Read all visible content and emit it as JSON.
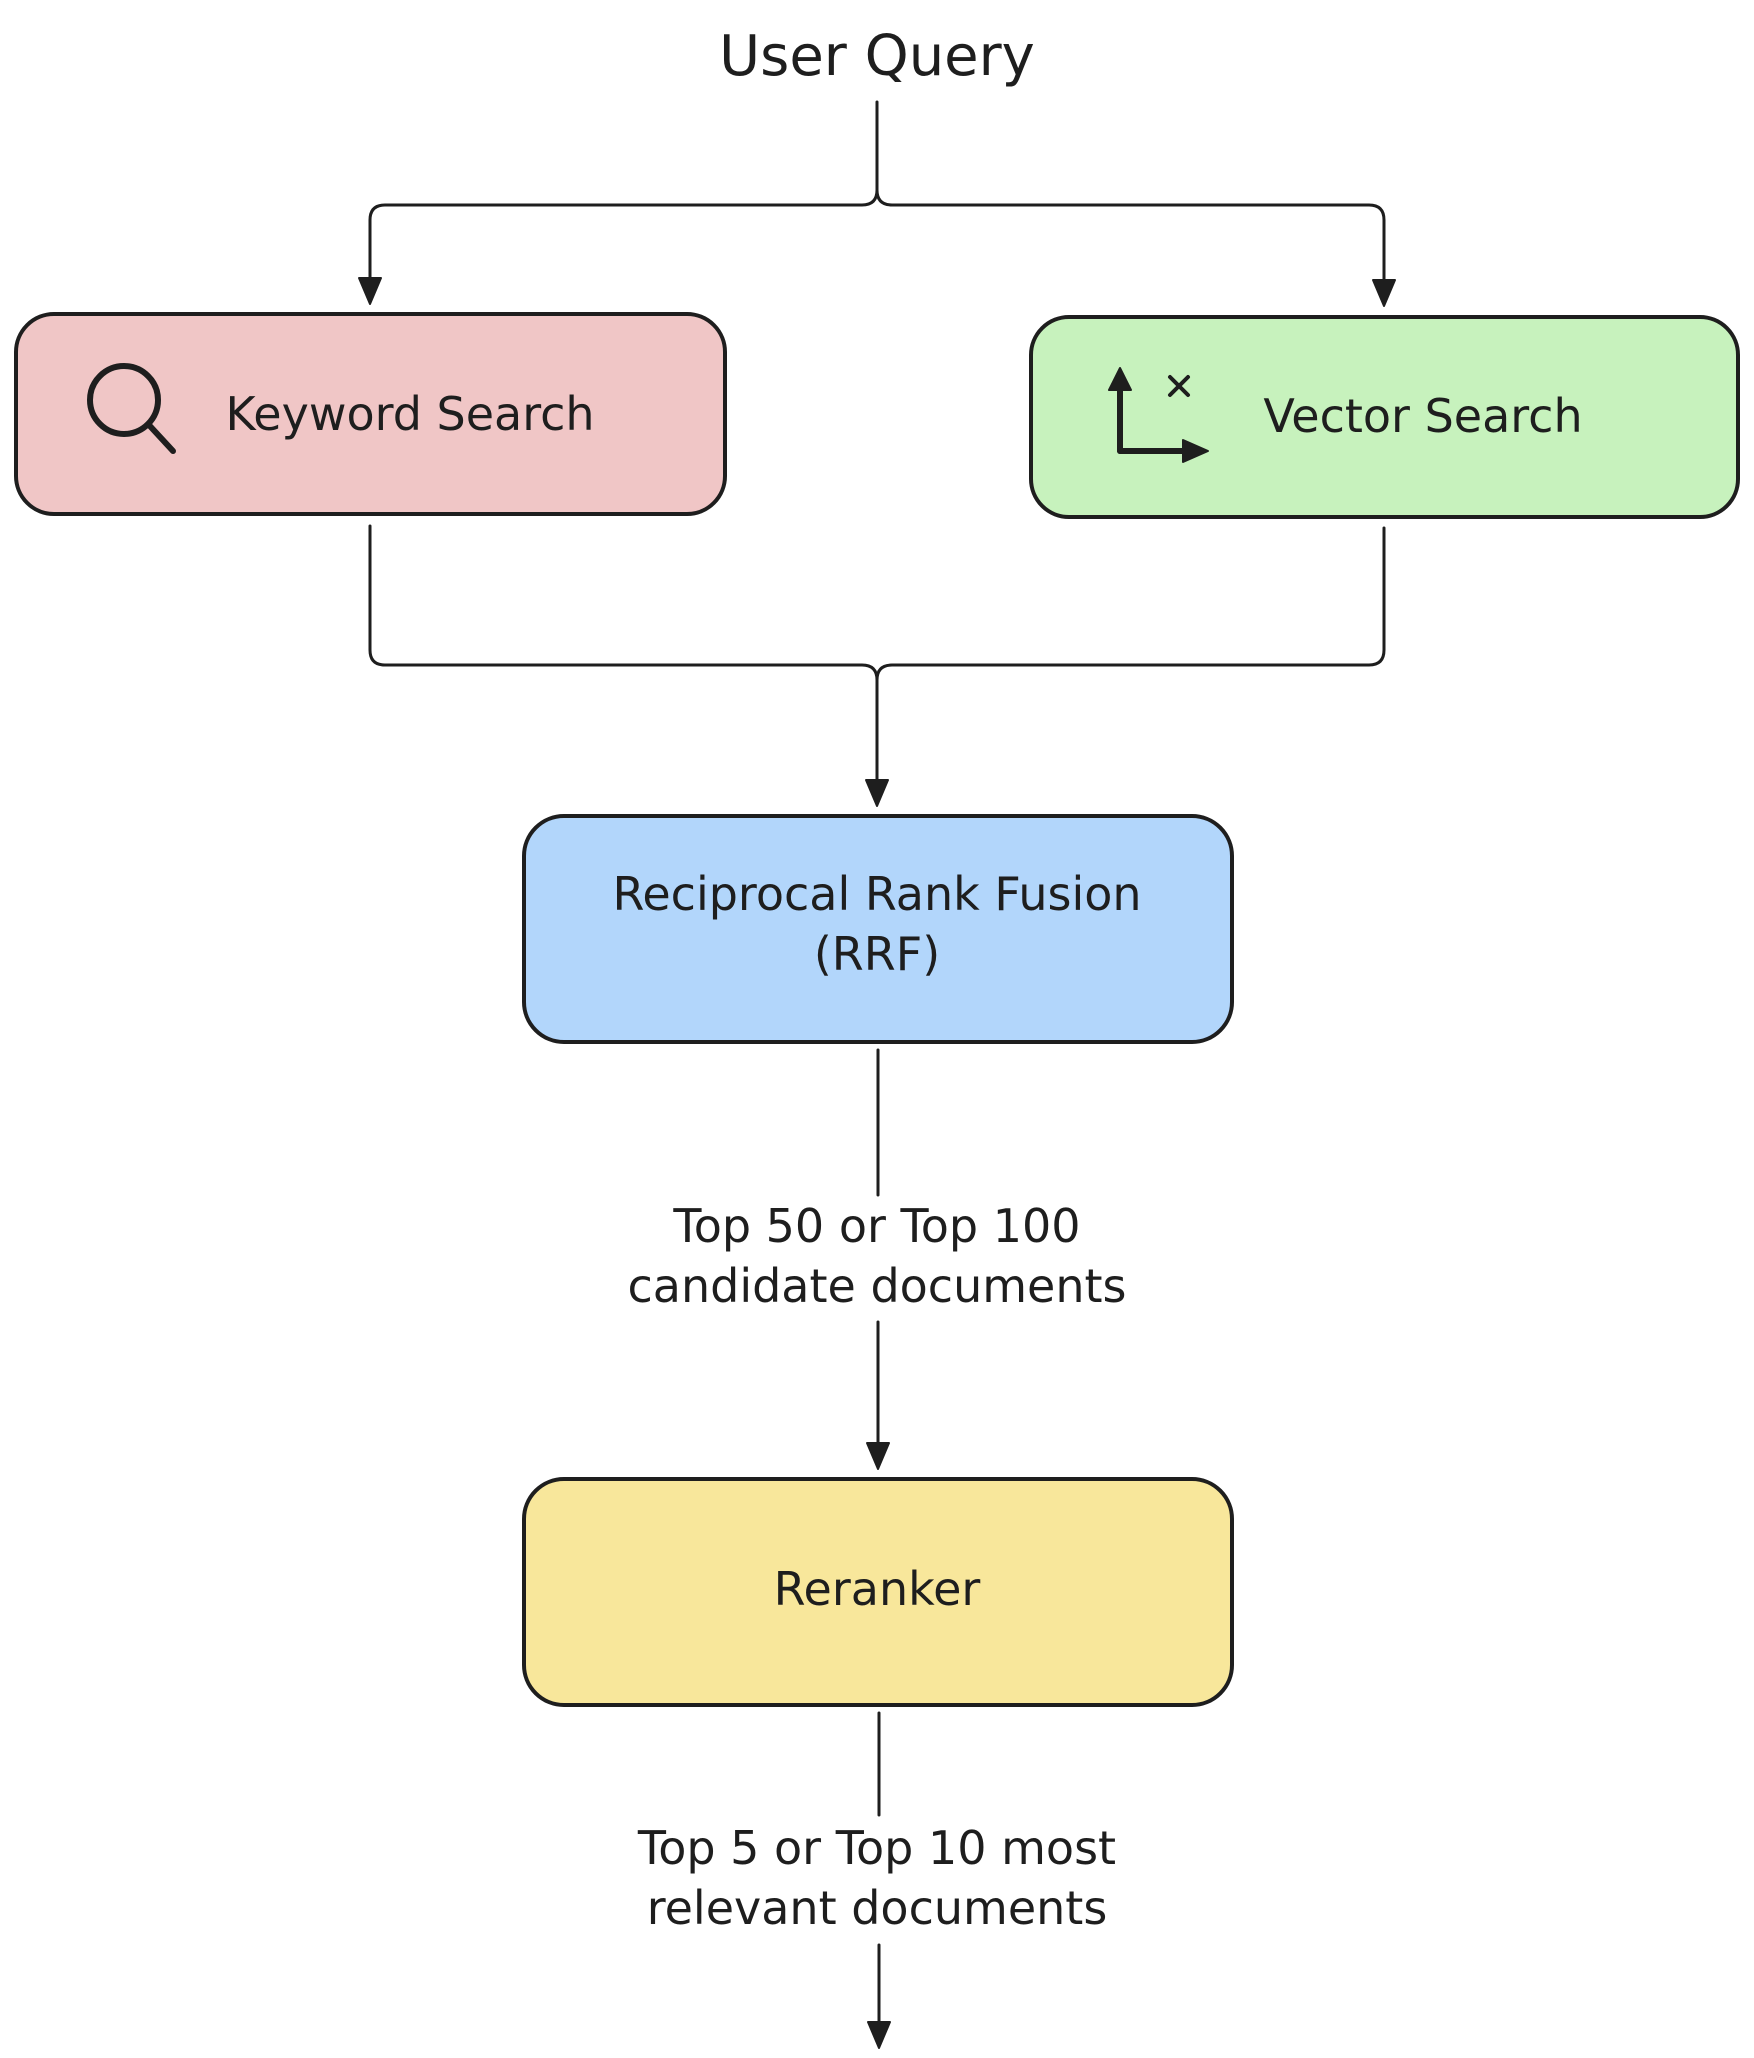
{
  "title": "User Query",
  "nodes": {
    "keyword_search": {
      "label": "Keyword Search",
      "icon": "search-icon",
      "color": "#f0c6c6"
    },
    "vector_search": {
      "label": "Vector Search",
      "icon": "vector-axes-icon",
      "color": "#c7f2bd"
    },
    "rrf": {
      "label_line1": "Reciprocal Rank Fusion",
      "label_line2": "(RRF)",
      "color": "#b2d6fb"
    },
    "reranker": {
      "label": "Reranker",
      "color": "#f8e79b"
    }
  },
  "edges": {
    "rrf_to_reranker": {
      "label_line1": "Top 50 or Top 100",
      "label_line2": "candidate documents"
    },
    "reranker_output": {
      "label_line1": "Top 5 or Top 10 most",
      "label_line2": "relevant documents"
    }
  },
  "colors": {
    "stroke": "#1e1e1e",
    "background": "#ffffff"
  }
}
